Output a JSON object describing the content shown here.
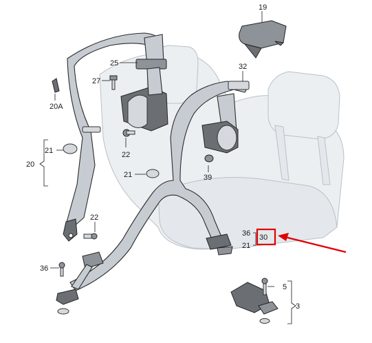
{
  "diagram": {
    "labels": {
      "p19": "19",
      "p25": "25",
      "p27": "27",
      "p32": "32",
      "p20a": "20A",
      "p21_left": "21",
      "p20": "20",
      "p22_top": "22",
      "p21_mid": "21",
      "p39": "39",
      "p22_low": "22",
      "p36_left": "36",
      "p36_right": "36",
      "p30": "30",
      "p21_right": "21",
      "p5": "5",
      "p3": "3"
    },
    "highlight": {
      "part": "30",
      "color": "#e00000"
    }
  }
}
